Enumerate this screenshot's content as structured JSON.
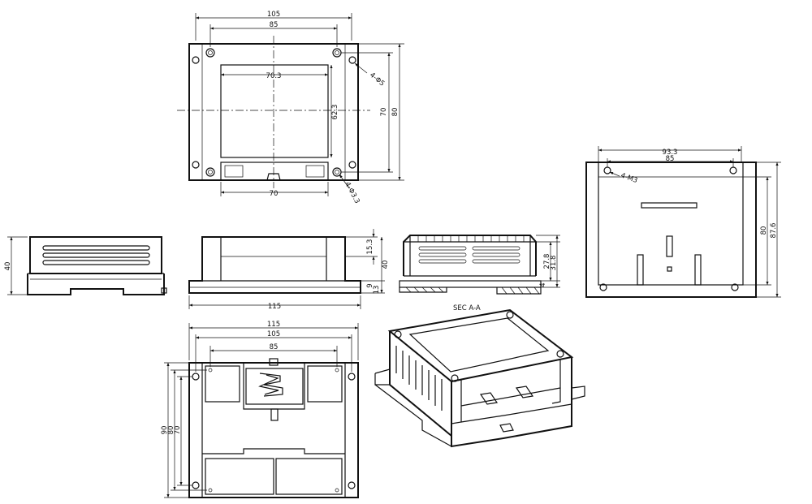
{
  "top_view": {
    "dim_outer_width": "105",
    "dim_hole_spacing": "85",
    "dim_window_width": "70.3",
    "dim_window_height": "62.3",
    "dim_hole_v_spacing": "70",
    "dim_outer_height": "80",
    "dim_rail": "70",
    "hole_large_label": "4-Φ5",
    "hole_small_label": "4-Φ3.3"
  },
  "front_view": {
    "dim_height": "40"
  },
  "side_view": {
    "dim_upper": "15.3",
    "dim_height": "40",
    "dim_foot": "9",
    "dim_base": "13",
    "dim_width": "115"
  },
  "section_view": {
    "dim_inner": "27.8",
    "dim_outer": "31.8",
    "dim_small": "4",
    "label": "SEC A-A"
  },
  "inside_view": {
    "dim_width": "93.3",
    "dim_spacing": "85",
    "hole_label": "4-M3",
    "dim_height": "80",
    "dim_overall": "87.6"
  },
  "bottom_view": {
    "dim_overall": "115",
    "dim_body": "105",
    "dim_spacing": "85",
    "dim_h90": "90",
    "dim_h80": "80",
    "dim_h70": "70"
  }
}
